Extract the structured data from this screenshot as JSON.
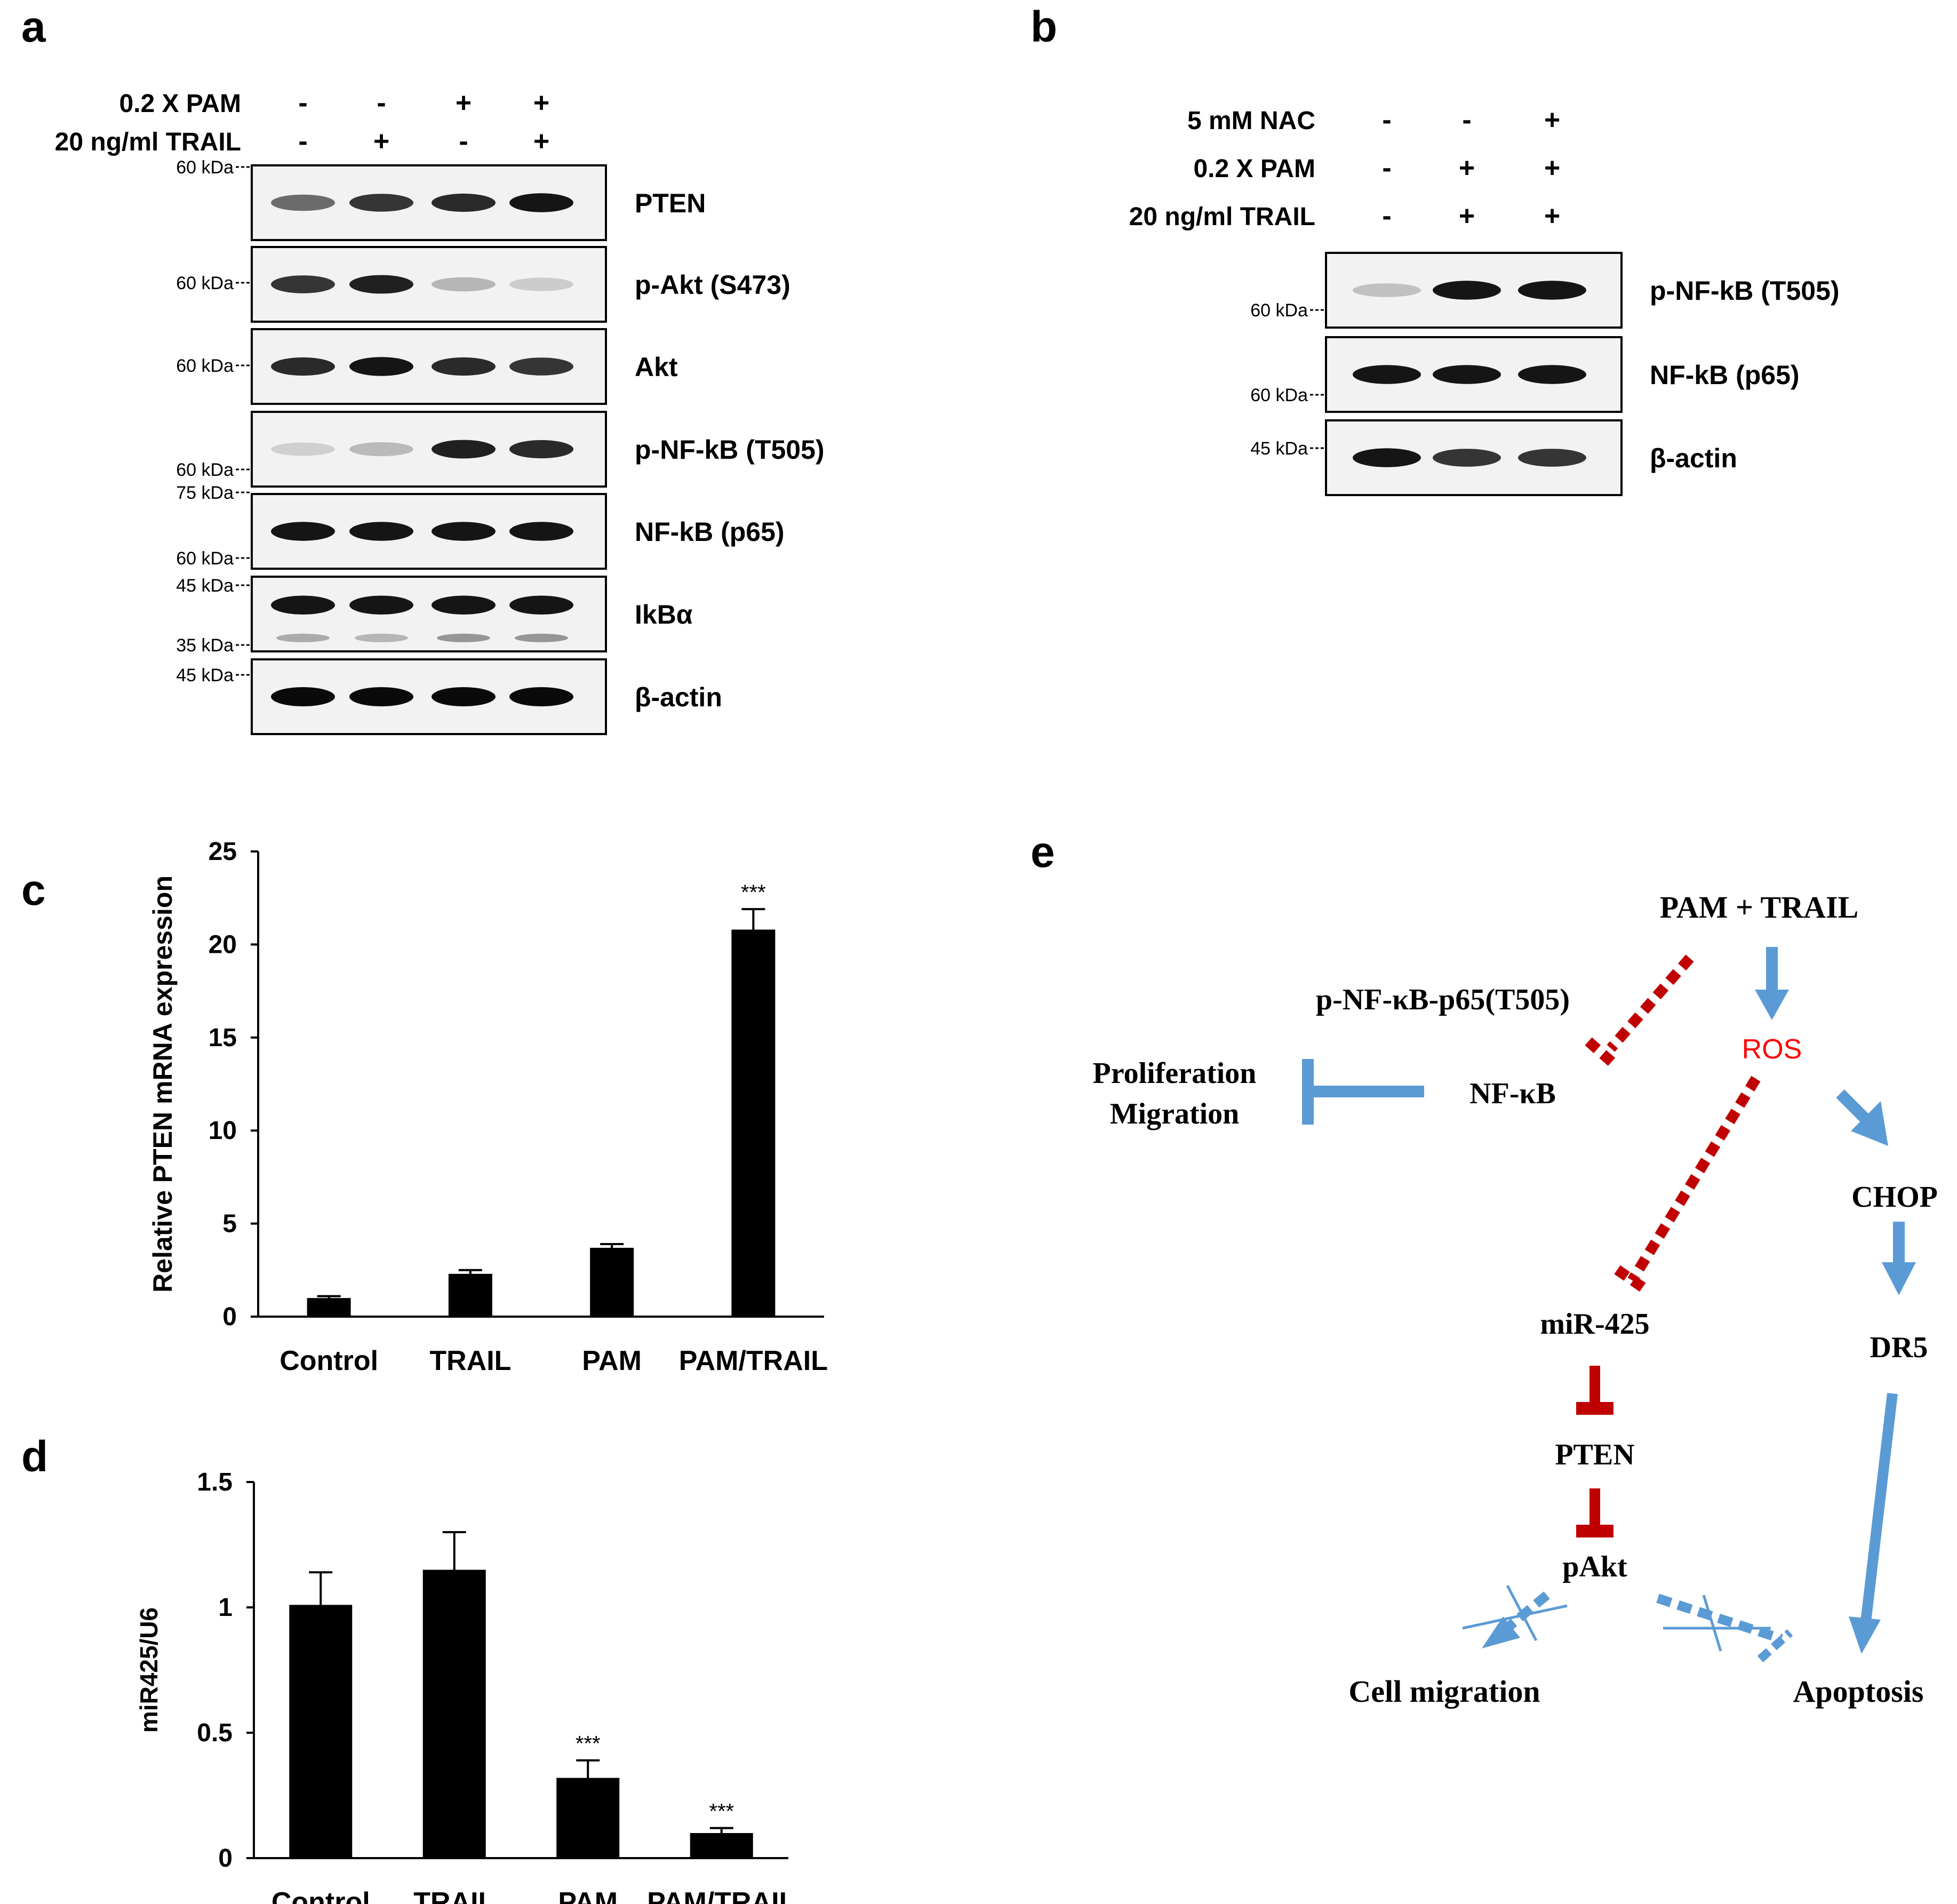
{
  "panel_labels": {
    "a": "a",
    "b": "b",
    "c": "c",
    "d": "d",
    "e": "e"
  },
  "panel_a": {
    "conditions": [
      {
        "label": "0.2 X PAM",
        "signs": [
          "-",
          "-",
          "+",
          "+"
        ]
      },
      {
        "label": "20 ng/ml TRAIL",
        "signs": [
          "-",
          "+",
          "-",
          "+"
        ]
      }
    ],
    "blots": [
      {
        "name": "PTEN",
        "markers": [
          "60 kDa"
        ],
        "bands": [
          0.55,
          0.8,
          0.85,
          0.95
        ],
        "extra_bands": []
      },
      {
        "name": "p-Akt (S473)",
        "markers": [
          "60 kDa"
        ],
        "bands": [
          0.8,
          0.9,
          0.2,
          0.1
        ],
        "extra_bands": []
      },
      {
        "name": "Akt",
        "markers": [
          "60 kDa"
        ],
        "bands": [
          0.85,
          0.95,
          0.85,
          0.8
        ],
        "extra_bands": []
      },
      {
        "name": "p-NF-kB (T505)",
        "markers": [
          "60 kDa"
        ],
        "bands": [
          0.08,
          0.18,
          0.9,
          0.85
        ],
        "extra_bands": []
      },
      {
        "name": "NF-kB (p65)",
        "markers": [
          "75 kDa",
          "60 kDa"
        ],
        "bands": [
          0.95,
          0.95,
          0.95,
          0.95
        ],
        "extra_bands": []
      },
      {
        "name": "IkBα",
        "markers": [
          "45 kDa",
          "35 kDa"
        ],
        "bands": [
          0.95,
          0.95,
          0.95,
          0.95
        ],
        "extra_bands": [
          0.25,
          0.2,
          0.35,
          0.35
        ]
      },
      {
        "name": "β-actin",
        "markers": [
          "45 kDa"
        ],
        "bands": [
          1.0,
          1.0,
          1.0,
          1.0
        ],
        "extra_bands": []
      }
    ]
  },
  "panel_b": {
    "conditions": [
      {
        "label": "5 mM NAC",
        "signs": [
          "-",
          "-",
          "+"
        ]
      },
      {
        "label": "0.2 X PAM",
        "signs": [
          "-",
          "+",
          "+"
        ]
      },
      {
        "label": "20 ng/ml TRAIL",
        "signs": [
          "-",
          "+",
          "+"
        ]
      }
    ],
    "blots": [
      {
        "name": "p-NF-kB (T505)",
        "markers": [
          "60 kDa"
        ],
        "bands": [
          0.15,
          0.95,
          0.95
        ]
      },
      {
        "name": "NF-kB (p65)",
        "markers": [
          "60 kDa"
        ],
        "bands": [
          0.95,
          0.95,
          0.95
        ]
      },
      {
        "name": "β-actin",
        "markers": [
          "45 kDa"
        ],
        "bands": [
          0.95,
          0.8,
          0.8
        ]
      }
    ]
  },
  "chart_data": [
    {
      "type": "bar",
      "panel": "c",
      "categories": [
        "Control",
        "TRAIL",
        "PAM",
        "PAM/TRAIL"
      ],
      "values": [
        1.0,
        2.3,
        3.7,
        20.8
      ],
      "errors": [
        0.1,
        0.2,
        0.2,
        1.1
      ],
      "annotations": [
        "",
        "",
        "",
        "***"
      ],
      "ylabel": "Relative PTEN mRNA expression",
      "ylim": [
        0,
        25
      ],
      "yticks": [
        "0",
        "5",
        "10",
        "15",
        "20",
        "25"
      ],
      "color": "#000000",
      "grid": false
    },
    {
      "type": "bar",
      "panel": "d",
      "categories": [
        "Control",
        "TRAIL",
        "PAM",
        "PAM/TRAIL"
      ],
      "values": [
        1.01,
        1.15,
        0.32,
        0.1
      ],
      "errors": [
        0.13,
        0.15,
        0.07,
        0.02
      ],
      "annotations": [
        "",
        "",
        "***",
        "***"
      ],
      "ylabel": "miR425/U6",
      "ylim": [
        0,
        1.5
      ],
      "yticks": [
        "0",
        "0.5",
        "1",
        "1.5"
      ],
      "color": "#000000",
      "grid": false
    }
  ],
  "panel_e": {
    "nodes": {
      "pam_trail": "PAM  + TRAIL",
      "ros": "ROS",
      "pnfkb": "p-NF-κB-p65(T505)",
      "nfkb": "NF-κB",
      "prolif": "Proliferation",
      "migration": "Migration",
      "chop": "CHOP",
      "dr5": "DR5",
      "mir425": "miR-425",
      "pten": "PTEN",
      "pakt": "pAkt",
      "cell_migration": "Cell migration",
      "apoptosis": "Apoptosis"
    },
    "colors": {
      "activation": "#5B9BD5",
      "inhibition": "#C00000",
      "ros": "#FF0000"
    }
  }
}
